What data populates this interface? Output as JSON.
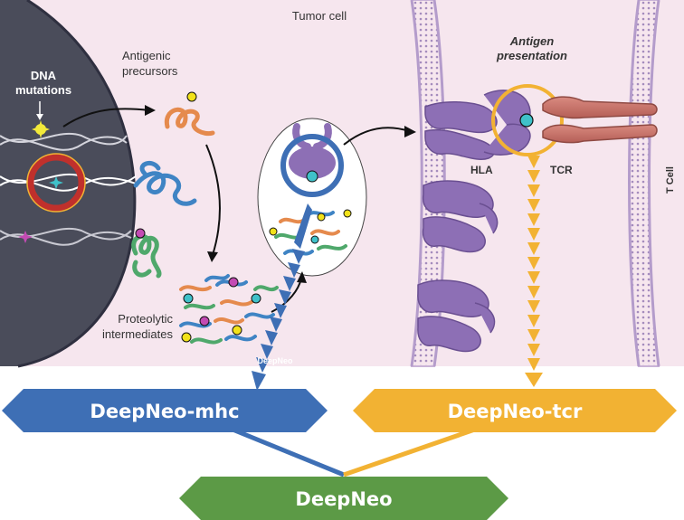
{
  "labels": {
    "tumor_cell": "Tumor cell",
    "dna_mutations_1": "DNA",
    "dna_mutations_2": "mutations",
    "antigenic_precursors_1": "Antigenic",
    "antigenic_precursors_2": "precursors",
    "antigen_presentation_1": "Antigen",
    "antigen_presentation_2": "presentation",
    "hla": "HLA",
    "tcr": "TCR",
    "t_cell": "T Cell",
    "proteolytic_1": "Proteolytic",
    "proteolytic_2": "intermediates",
    "deepneo_small": "DeepNeo"
  },
  "banners": {
    "mhc": "DeepNeo-mhc",
    "tcr": "DeepNeo-tcr",
    "main": "DeepNeo"
  },
  "colors": {
    "background_cell": "#f6e6ee",
    "nucleus": "#4a4c5a",
    "membrane": "#c9b3d7",
    "hla": "#8d6fb5",
    "tcr": "#c9736a",
    "mhc_blue": "#3e6fb5",
    "tcr_yellow": "#f2b233",
    "main_green": "#5c9a46",
    "ring_red": "#c0302c"
  }
}
